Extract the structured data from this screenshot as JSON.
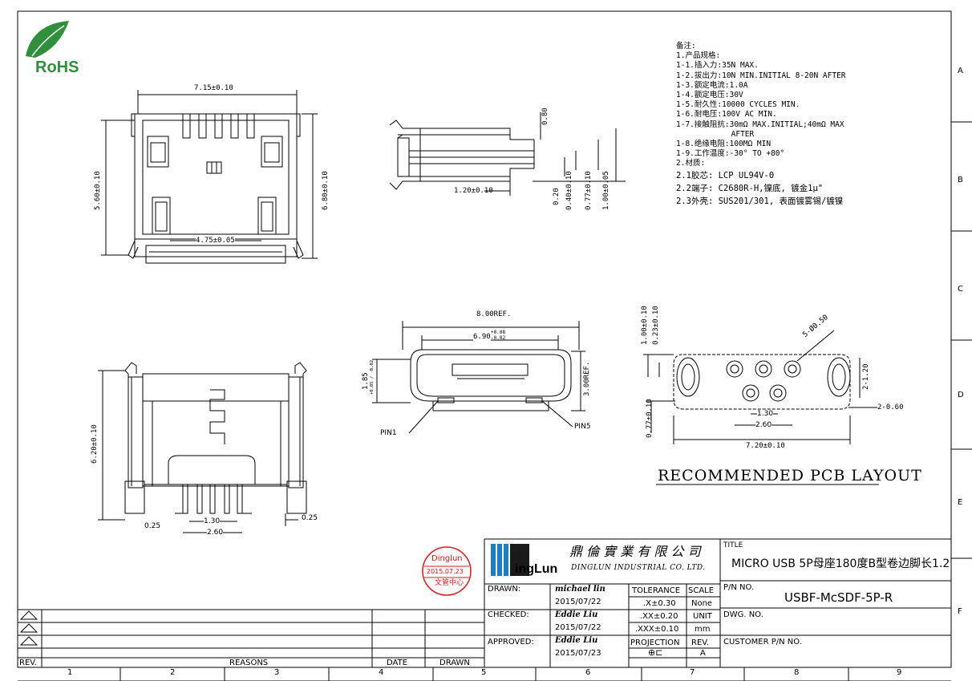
{
  "logo": {
    "rohs": "RoHS"
  },
  "border": {
    "rows": [
      "A",
      "B",
      "C",
      "D",
      "E",
      "F"
    ],
    "cols": [
      "1",
      "2",
      "3",
      "4",
      "5",
      "6",
      "7",
      "8",
      "9"
    ]
  },
  "dims": {
    "top_width": "7.15±0.10",
    "left_height": "5.60±0.10",
    "right_height": "6.80±0.10",
    "inner_width": "4.75±0.05",
    "side_080": "0.80",
    "side_120": "1.20±0.10",
    "side_020": "0.20",
    "side_040": "0.40±0.10",
    "side_077": "0.77±0.10",
    "side_100": "1.00±0.05",
    "front_8ref": "8.00REF.",
    "front_690": "6.90",
    "front_690_tol_up": "+0.08",
    "front_690_tol_dn": "-0.02",
    "front_185": "1.85",
    "front_185_tol": "+0.05 / -0.02",
    "front_3ref": "3.00REF.",
    "pin1": "PIN1",
    "pin5": "PIN5",
    "bottom_height": "6.20±0.10",
    "bottom_025_left": "0.25",
    "bottom_025_right": "0.25",
    "bottom_130": "1.30",
    "bottom_260": "2.60",
    "pcb_100": "1.00±0.10",
    "pcb_023": "0.23±0.10",
    "pcb_050": "5-Ø0.50",
    "pcb_120": "2-1.20",
    "pcb_060": "2-0.60",
    "pcb_077": "0.77±0.10",
    "pcb_130": "1.30",
    "pcb_260": "2.60",
    "pcb_720": "7.20±0.10"
  },
  "notes": {
    "heading": "备注:",
    "lines": [
      "1.产品规格:",
      "  1-1.插入力:35N MAX.",
      "  1-2.拔出力:10N MIN.INITIAL 8-20N AFTER",
      "  1-3.额定电流:1.0A",
      "  1-4.额定电压:30V",
      "  1-5.耐久性:10000 CYCLES MIN.",
      "  1-6.耐电压:100V AC MIN.",
      "  1-7.接触阻抗:30mΩ MAX.INITIAL;40mΩ MAX",
      "            AFTER",
      "  1-8.绝缘电阻:100MΩ  MIN",
      "  1-9.工作温度:-30° TO +80°",
      "2.材质:",
      "   2.1胶芯: LCP UL94V-0",
      "   2.2端子: C2680R-H,镍底, 镀金1μ\"",
      "   2.3外壳: SUS201/301, 表面镀雾锡/镀镍"
    ]
  },
  "pcb_title": "RECOMMENDED PCB LAYOUT",
  "stamp": {
    "line1": "Dinglun",
    "line2": "2015.07.23",
    "line3": "文管中心"
  },
  "company": {
    "logo_text": "ingLun",
    "name_cn": "鼎 倫 實 業 有 限 公 司",
    "name_en": "DINGLUN INDUSTRIAL CO. LTD."
  },
  "title_block": {
    "drawn_label": "DRAWN:",
    "drawn_name": "michael lin",
    "drawn_date": "2015/07/22",
    "checked_label": "CHECKED:",
    "checked_name": "Eddie Liu",
    "checked_date": "2015/07/22",
    "approved_label": "APPROVED:",
    "approved_name": "Eddie Liu",
    "approved_date": "2015/07/23",
    "tolerance_label": "TOLERANCE",
    "tol1": ".X±0.30",
    "tol2": ".XX±0.20",
    "tol3": ".XXX±0.10",
    "projection_label": "PROJECTION",
    "scale_label": "SCALE",
    "scale_value": "None",
    "unit_label": "UNIT",
    "unit_value": "mm",
    "rev_label": "REV.",
    "rev_value": "A",
    "title_label": "TITLE",
    "title_value": "MICRO USB 5P母座180度B型卷边脚长1.2",
    "pn_label": "P/N NO.",
    "pn_value": "USBF-McSDF-5P-R",
    "dwg_label": "DWG. NO.",
    "customer_label": "CUSTOMER P/N NO."
  },
  "revision_table": {
    "rev": "REV.",
    "reasons": "REASONS",
    "date": "DATE",
    "drawn": "DRAWN"
  }
}
